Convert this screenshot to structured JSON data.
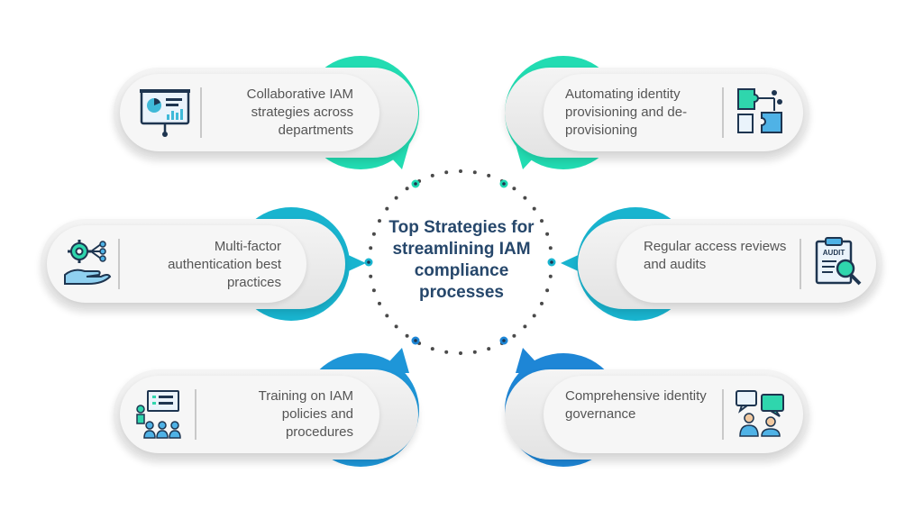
{
  "title": "Top Strategies for streamlining IAM compliance processes",
  "strategies": [
    {
      "label": "Collaborative IAM strategies across departments",
      "icon": "presentation-board-icon"
    },
    {
      "label": "Automating identity provisioning and de-provisioning",
      "icon": "puzzle-network-icon"
    },
    {
      "label": "Multi-factor authentication best practices",
      "icon": "gear-hand-icon"
    },
    {
      "label": "Regular access reviews and audits",
      "icon": "audit-clipboard-icon"
    },
    {
      "label": "Training on IAM policies and procedures",
      "icon": "training-group-icon"
    },
    {
      "label": "Comprehensive identity governance",
      "icon": "discussion-icon"
    }
  ],
  "colors": {
    "accent_top": "#1fd8b0",
    "accent_mid": "#19b4cf",
    "accent_bottom": "#1d86d6",
    "title": "#26476b",
    "text": "#555555",
    "dots": "#4a4a4a"
  }
}
